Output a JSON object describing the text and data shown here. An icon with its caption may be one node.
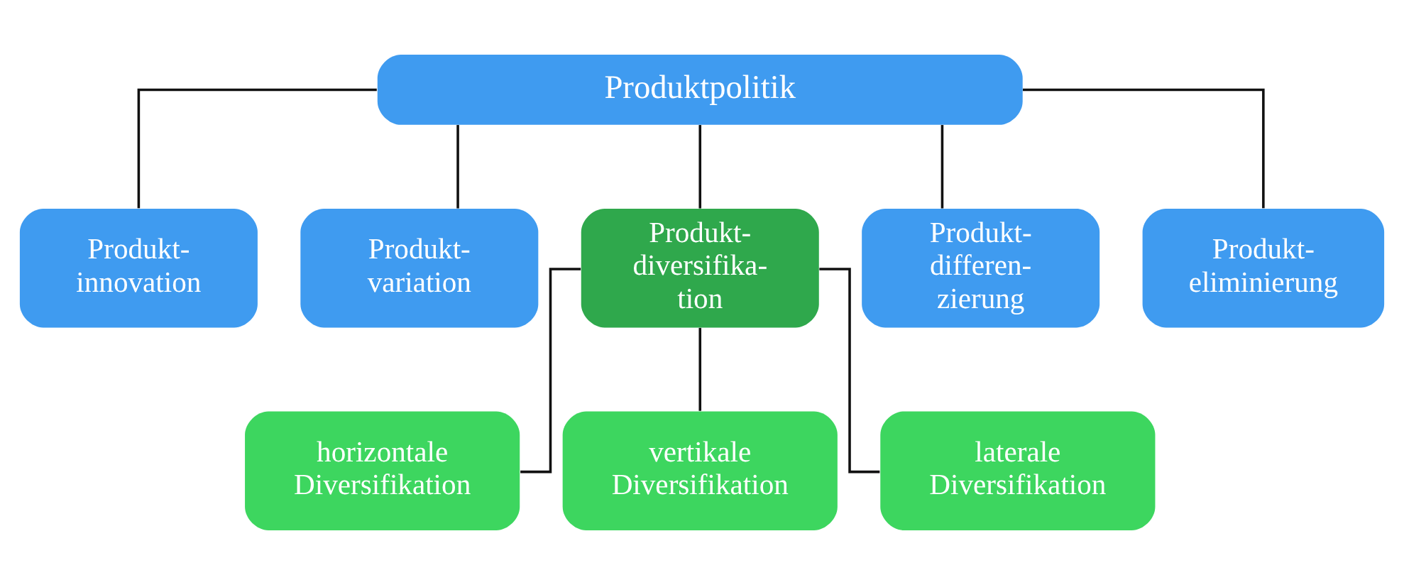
{
  "diagram": {
    "nodes": [
      {
        "text": [
          "Produktpolitik"
        ]
      },
      {
        "text": [
          "Produkt- innovation"
        ]
      },
      {
        "text": [
          "Produkt- variation"
        ]
      },
      {
        "text": [
          "Produkt- diversifika- tion"
        ]
      },
      {
        "text": [
          "Produkt- differen- zierung"
        ]
      },
      {
        "text": [
          "Produkt- eliminierung"
        ]
      },
      {
        "text": [
          "horizontale Diversifikation"
        ]
      },
      {
        "text": [
          "vertikale Diversifikation"
        ]
      },
      {
        "text": [
          "laterale Diversifikation"
        ]
      }
    ],
    "edges": [
      {
        "from": 0,
        "to": 1,
        "arrow": "none"
      },
      {
        "from": 0,
        "to": 2,
        "arrow": "none"
      },
      {
        "from": 0,
        "to": 3,
        "arrow": "none"
      },
      {
        "from": 0,
        "to": 4,
        "arrow": "none"
      },
      {
        "from": 0,
        "to": 5,
        "arrow": "none"
      },
      {
        "from": 3,
        "to": 6,
        "arrow": "none"
      },
      {
        "from": 3,
        "to": 7,
        "arrow": "none"
      },
      {
        "from": 3,
        "to": 8,
        "arrow": "none"
      }
    ]
  }
}
